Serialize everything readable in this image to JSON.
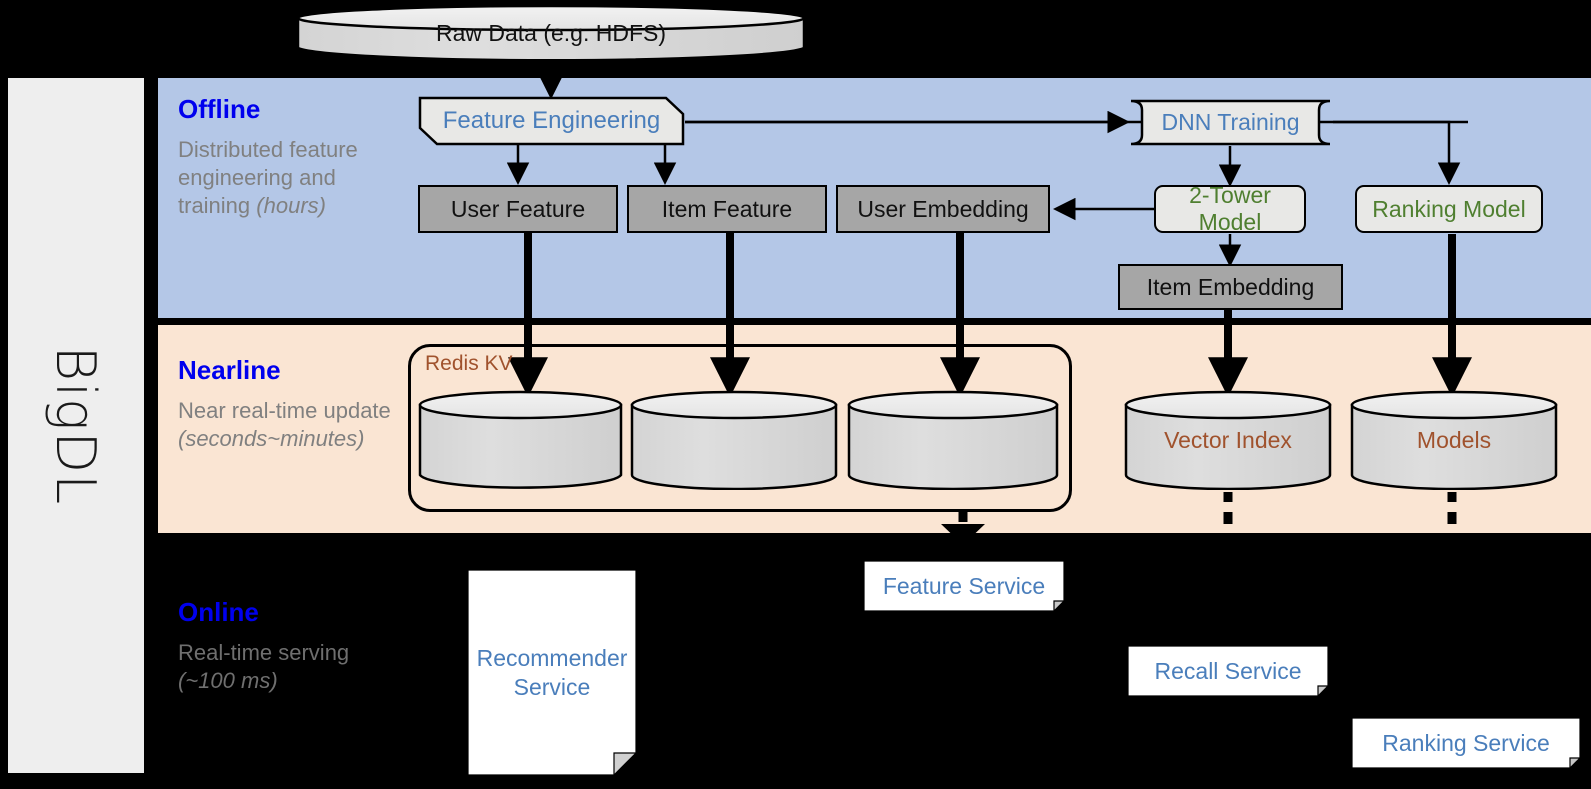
{
  "sidebar": {
    "label": "BigDL"
  },
  "source": {
    "label": "Raw Data (e.g. HDFS)"
  },
  "stages": [
    {
      "key": "offline",
      "title": "Offline",
      "desc_line1": "Distributed feature engineering and training ",
      "desc_em": "(hours)"
    },
    {
      "key": "nearline",
      "title": "Nearline",
      "desc_line1": "Near real-time update ",
      "desc_em": "(seconds~minutes)"
    },
    {
      "key": "online",
      "title": "Online",
      "desc_line1": "Real-time serving ",
      "desc_em": "(~100 ms)"
    }
  ],
  "offline": {
    "feature_engineering": "Feature Engineering",
    "dnn_training": "DNN Training",
    "user_feature": "User Feature",
    "item_feature": "Item Feature",
    "user_embedding": "User Embedding",
    "two_tower_model": "2-Tower Model",
    "ranking_model": "Ranking Model",
    "item_embedding": "Item Embedding"
  },
  "nearline": {
    "redis_group": "Redis KV",
    "store_user_feature": "",
    "store_item_feature": "",
    "store_user_embedding": "",
    "vector_index": "Vector Index",
    "models": "Models"
  },
  "online": {
    "recommender_service": "Recommender Service",
    "feature_service": "Feature Service",
    "recall_service": "Recall Service",
    "ranking_service": "Ranking Service"
  },
  "colors": {
    "offline_band": "#b4c7e7",
    "nearline_band": "#fae5d3",
    "online_band": "#000000",
    "stage_title": "#0000ee",
    "stage_desc": "#808080",
    "blue_text": "#4a7ebb",
    "green_text": "#4f7f30",
    "brown_text": "#a0522d",
    "gray_fill": "#a6a6a6",
    "light_fill": "#e8e8e6",
    "cylinder_fill": "#d9d9d9",
    "sidebar_fill": "#eeeeee"
  }
}
